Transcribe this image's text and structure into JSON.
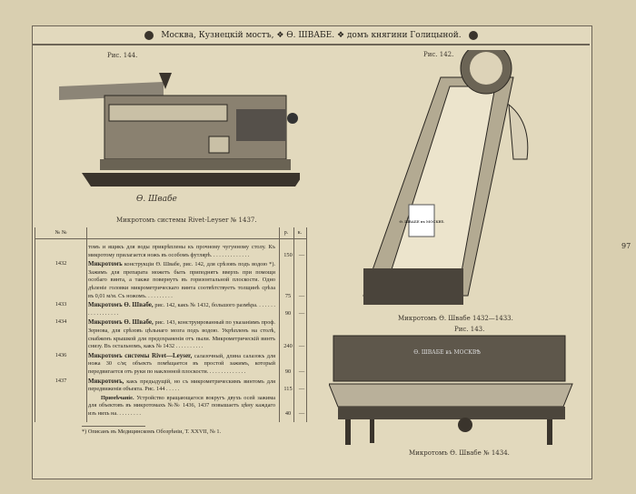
{
  "header": {
    "text": "Москва, Кузнецкій мостъ, ❖ Ө. ШВАБЕ. ❖ домъ княгини Голицыной."
  },
  "page_number": "97",
  "figures": {
    "fig144_label": "Рис. 144.",
    "fig144_signature": "Ө. Швабе",
    "fig144_caption": "Микротомъ системы Rivet-Leyser № 1437.",
    "fig142_label": "Рис. 142.",
    "fig142_plate": "Ө. ШВАБЕ въ МОСКВѢ",
    "fig142_caption": "Микротомъ Ө. Швабе 1432—1433.",
    "fig143_label": "Рис. 143.",
    "fig143_lid": "Ө. ШВАБЕ въ МОСКВѢ",
    "fig143_caption": "Микротомъ Ө. Швабе № 1434."
  },
  "table": {
    "headers": {
      "number": "№ №",
      "rub": "р.",
      "kop": "к."
    },
    "rows": [
      {
        "number": "",
        "title": "",
        "text": "томъ и ящикъ для воды прикрѣплены къ прочному чугунному столу. Къ микротому прилагается ножъ въ особомъ футлярѣ. . . . . . . . . . . . . .",
        "rub": "150",
        "kop": "—"
      },
      {
        "number": "1432",
        "title": "Микротомъ",
        "text": "конструкціи Ө. Швабе, рис. 142, для срѣзовъ подъ водою *). Зажимъ для препарата можетъ быть приподнятъ вверхъ при помощи особаго винта, а также повернутъ въ горизонтальной плоскости. Одно дѣленіе головки микрометрическаго винта соотвѣтствуетъ толщинѣ срѣза въ 0,01 м/м. Съ ножомъ. . . . . . . . . .",
        "rub": "75",
        "kop": "—"
      },
      {
        "number": "1433",
        "title": "Микротомъ Ө. Швабе,",
        "text": "рис. 142, какъ № 1432, большого размѣра. . . . . . . . . . . . . . . . . .",
        "rub": "90",
        "kop": "—"
      },
      {
        "number": "1434",
        "title": "Микротомъ Ө. Швабе,",
        "text": "рис. 143, конструированный по указаніямъ проф. Зернова, для срѣзовъ цѣльнаго мозга подъ водою. Укрѣпленъ на столѣ, снабженъ крышкой для предохраненія отъ пыли. Микрометрическій винтъ снизу. Въ остальномъ, какъ № 1432 . . . . . . . . . .",
        "rub": "240",
        "kop": "—"
      },
      {
        "number": "1436",
        "title": "Микротомъ системы Rivet—Leyser,",
        "text": "салазочный, длина салазокъ для ножа 30 с/м; объектъ помѣщается въ простой зажимъ, который передвигается отъ руки по наклонной плоскости. . . . . . . . . . . . . .",
        "rub": "90",
        "kop": "—"
      },
      {
        "number": "1437",
        "title": "Микротомъ,",
        "text": "какъ предыдущій, но съ микрометрическимъ винтомъ для передвиженія объекта. Рис. 144 . . . . .",
        "rub": "115",
        "kop": "—"
      },
      {
        "number": "",
        "title": "Примѣчаніе.",
        "text": "Устройство вращающагося вокругъ двухъ осей зажима для объектовъ въ микротомахъ №№ 1436, 1437 повышаетъ цѣну каждаго изъ нихъ на. . . . . . . . .",
        "rub": "40",
        "kop": "—"
      }
    ],
    "footnote": "*) Описанъ въ Медицинскомъ Обозрѣніи, Т. XXVII, № 1."
  }
}
